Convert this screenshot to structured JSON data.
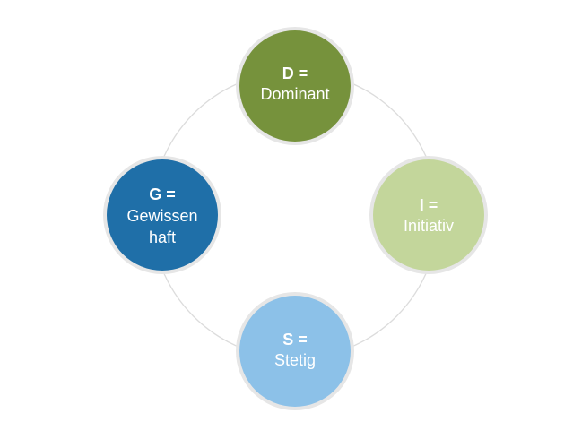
{
  "nodes": [
    {
      "id": "d",
      "letter": "D =",
      "lines": [
        "Dominant"
      ],
      "fill": "#76923c",
      "ring": "#e6e6e6"
    },
    {
      "id": "i",
      "letter": "I =",
      "lines": [
        "Initiativ"
      ],
      "fill": "#c3d69b",
      "ring": "#e6e6e6"
    },
    {
      "id": "s",
      "letter": "S =",
      "lines": [
        "Stetig"
      ],
      "fill": "#8cc1e8",
      "ring": "#e6e6e6"
    },
    {
      "id": "g",
      "letter": "G =",
      "lines": [
        "Gewissen",
        "haft"
      ],
      "fill": "#1f6fa8",
      "ring": "#e6e6e6"
    }
  ],
  "connector_color": "#dcdcdc"
}
